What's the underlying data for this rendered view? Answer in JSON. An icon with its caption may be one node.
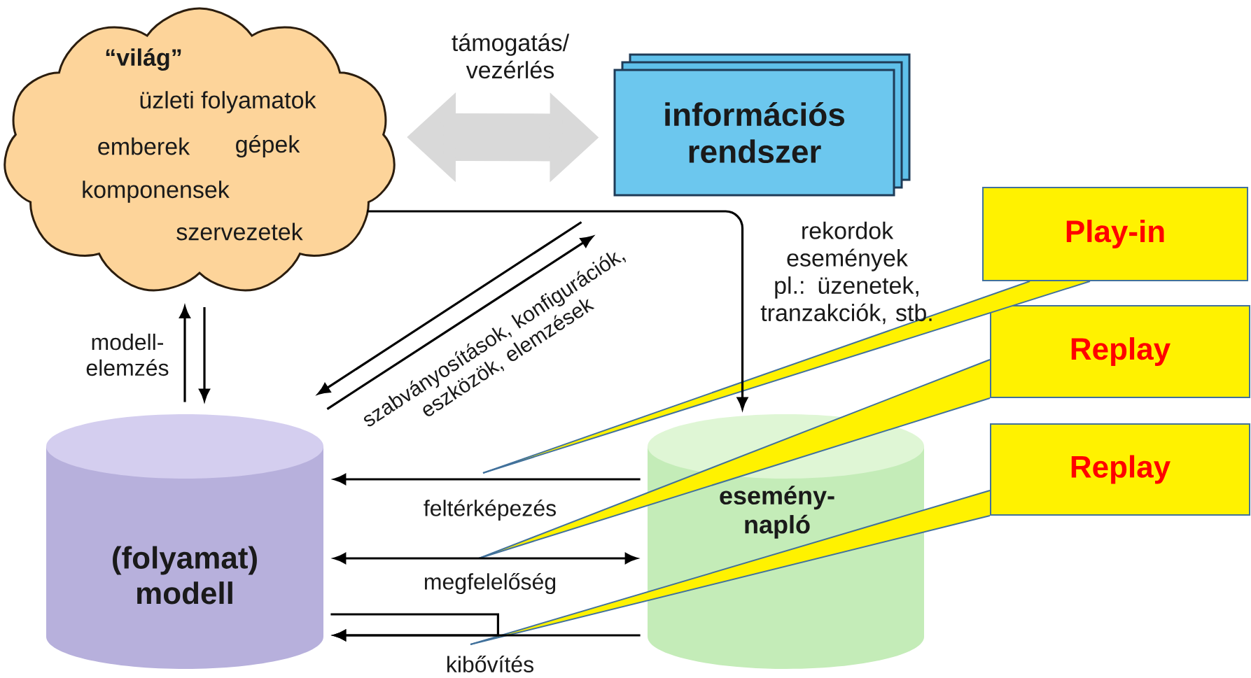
{
  "diagram": {
    "nodes": [
      {
        "text": [
          "“világ”",
          "üzleti folyamatok",
          "emberek",
          "gépek",
          "komponensek",
          "szervezetek"
        ]
      },
      {
        "text": [
          "információs rendszer"
        ]
      },
      {
        "text": [
          "(folyamat) modell"
        ]
      },
      {
        "text": [
          "esemény- napló"
        ]
      },
      {
        "text": [
          "Play-in"
        ]
      },
      {
        "text": [
          "Replay"
        ]
      },
      {
        "text": [
          "Replay"
        ]
      }
    ],
    "edges": [
      {
        "from": 0,
        "to": 1,
        "arrow": "both",
        "label": "támogatás/ vezérlés",
        "style": "thick",
        "color": "#d9d9d9"
      },
      {
        "from": 2,
        "to": 0,
        "arrow": "to",
        "label": "modell- elemzés"
      },
      {
        "from": 0,
        "to": 2,
        "arrow": "to"
      },
      {
        "from": 1,
        "to": 2,
        "arrow": "to",
        "label": "szabványosítások, konfigurációk, eszközök, elemzések"
      },
      {
        "from": 2,
        "to": 1,
        "arrow": "to"
      },
      {
        "from": 0,
        "to": 3,
        "arrow": "to",
        "label": "rekordok események pl.: üzenetek, tranzakciók, stb."
      },
      {
        "from": 3,
        "to": 2,
        "arrow": "to",
        "label": "feltérképezés"
      },
      {
        "from": 2,
        "to": 3,
        "arrow": "both",
        "label": "megfelelőség"
      },
      {
        "from": 3,
        "to": 2,
        "arrow": "to",
        "label": "kibővítés"
      },
      {
        "from": 2,
        "to": 2,
        "arrow": "to"
      },
      {
        "from": 4,
        "to": null,
        "arrow": "none",
        "color": "#41719c"
      },
      {
        "from": 5,
        "to": null,
        "arrow": "none",
        "color": "#41719c"
      },
      {
        "from": 6,
        "to": null,
        "arrow": "none",
        "color": "#41719c"
      }
    ]
  }
}
